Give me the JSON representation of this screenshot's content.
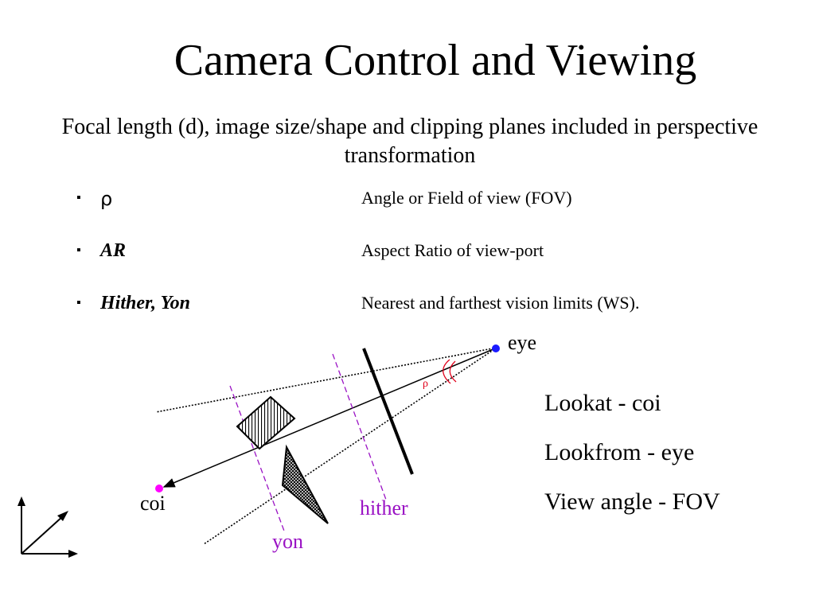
{
  "slide": {
    "title": "Camera Control and Viewing",
    "subtitle": "Focal length (d), image size/shape and clipping planes included in perspective transformation"
  },
  "bullets": [
    {
      "marker": "▪",
      "term": "ρ",
      "description": "Angle or Field of view (FOV)"
    },
    {
      "marker": "▪",
      "term": "AR",
      "description": "Aspect Ratio of view-port"
    },
    {
      "marker": "▪",
      "term": "Hither, Yon",
      "description": "Nearest and farthest vision limits (WS)."
    }
  ],
  "diagram": {
    "labels": {
      "eye": "eye",
      "coi": "coi",
      "hither": "hither",
      "yon": "yon",
      "rho": "ρ"
    },
    "colors": {
      "eye_point": "#1a1aff",
      "coi_point": "#ff00ff",
      "clip_planes": "#9a12c4",
      "angle_arc": "#e0001a",
      "lines": "#000000"
    }
  },
  "notes": [
    "Lookat - coi",
    "Lookfrom - eye",
    "View angle - FOV"
  ]
}
